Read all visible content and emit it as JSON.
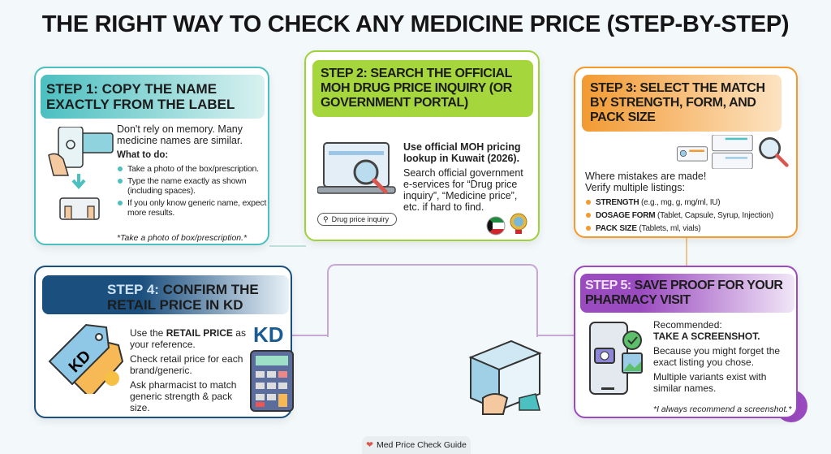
{
  "title": "THE RIGHT WAY TO CHECK ANY MEDICINE PRICE (STEP-BY-STEP)",
  "colors": {
    "step1": "#4cbfc0",
    "step2": "#9fd23a",
    "step3": "#f39a2b",
    "step4": "#1b4f7e",
    "step5": "#9b4bc0"
  },
  "step1": {
    "heading": "STEP 1: COPY THE NAME EXACTLY FROM THE LABEL",
    "intro": "Don't rely on memory. Many medicine names are similar.",
    "what_label": "What to do:",
    "bullets": [
      "Take a photo of the box/prescription.",
      "Type the name exactly as shown (including spaces).",
      "If you only know generic name, expect more results."
    ],
    "note": "*Take a photo of box/prescription.*",
    "icons": [
      "phone-camera-icon",
      "medicine-box-icon",
      "arrow-down-icon",
      "keyboard-icon"
    ]
  },
  "step2": {
    "heading": "STEP 2: SEARCH THE OFFICIAL MOH DRUG PRICE INQUIRY (OR GOVERNMENT PORTAL)",
    "lead": "Use official MOH pricing lookup in Kuwait (2026).",
    "body": "Search official government e-services for “Drug price inquiry”, “Medicine price”, etc. if hard to find.",
    "search_chip": "Drug price inquiry",
    "icons": [
      "laptop-search-icon",
      "kuwait-flag-icon",
      "kuwait-emblem-icon"
    ]
  },
  "step3": {
    "heading": "STEP 3: SELECT THE MATCH BY STRENGTH, FORM, AND PACK SIZE",
    "lead": "Where mistakes are made!",
    "lead2": "Verify multiple listings:",
    "bullets": [
      {
        "key": "STRENGTH",
        "detail": " (e.g., mg, g, mg/ml, IU)"
      },
      {
        "key": "DOSAGE FORM",
        "detail": " (Tablet, Capsule, Syrup, Injection)"
      },
      {
        "key": "PACK SIZE",
        "detail": " (Tablets, ml, vials)"
      }
    ],
    "icons": [
      "listing-cards-icon",
      "magnifier-icon"
    ]
  },
  "step4": {
    "heading_a": "STEP 4:",
    "heading_b": " CONFIRM THE RETAIL PRICE IN KD",
    "p1_a": "Use the ",
    "p1_b": "RETAIL PRICE",
    "p1_c": " as your reference.",
    "p2": "Check retail price for each brand/generic.",
    "p3": "Ask pharmacist to match generic strength & pack size.",
    "kd_big": "KD",
    "tag_label": "KD",
    "icons": [
      "price-tag-icon",
      "coin-icon",
      "calculator-icon"
    ]
  },
  "step5": {
    "heading_a": "STEP 5:",
    "heading_b": " SAVE PROOF FOR YOUR PHARMACY VISIT",
    "rec": "Recommended:",
    "rec_b": "TAKE A SCREENSHOT.",
    "p1": "Because you might forget the exact listing you chose.",
    "p2": "Multiple variants exist with similar names.",
    "note": "*I always recommend a screenshot.*",
    "icons": [
      "phone-screenshot-icon",
      "checkmark-icon",
      "image-icon"
    ]
  },
  "footer": {
    "label": "Med Price Check Guide",
    "icon": "heart-pill-icon"
  }
}
